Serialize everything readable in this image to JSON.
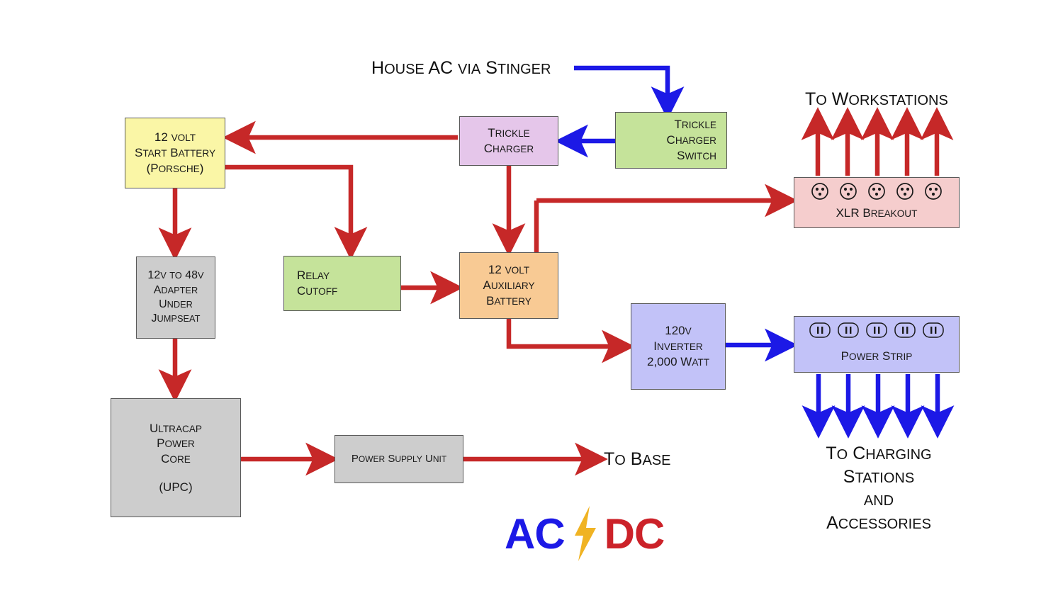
{
  "diagram": {
    "title": "AC/DC vehicle power distribution diagram",
    "colors": {
      "red_wire": "#c62828",
      "blue_wire": "#1c19e6",
      "yellow_box": "#faf6a6",
      "grey_box": "#cdcdcd",
      "green_box": "#c5e39a",
      "purple_box": "#e5c6ea",
      "orange_box": "#f8ca94",
      "pink_box": "#f5cdcd",
      "blue_box": "#c2c2f8",
      "border": "#595959"
    }
  },
  "labels": {
    "house_ac": "House AC via Stinger",
    "to_workstations": "To Workstations",
    "to_base": "To Base",
    "to_charging_1": "To Charging",
    "to_charging_2": "Stations",
    "to_charging_3": "and",
    "to_charging_4": "Accessories"
  },
  "nodes": {
    "start_battery": {
      "name": "12 volt Start Battery (Porsche)",
      "line1": "12 volt",
      "line2": "Start Battery",
      "line3": "(Porsche)"
    },
    "adapter": {
      "name": "12v to 48v Adapter Under Jumpseat",
      "line1": "12v to 48v",
      "line2": "Adapter",
      "line3": "Under",
      "line4": "Jumpseat"
    },
    "upc": {
      "name": "Ultracap Power Core (UPC)",
      "line1": "Ultracap",
      "line2": "Power",
      "line3": "Core",
      "line4": "(UPC)"
    },
    "relay_cutoff": {
      "name": "Relay Cutoff",
      "line1": "Relay",
      "line2": "Cutoff"
    },
    "psu": {
      "name": "Power Supply Unit",
      "line1": "Power Supply Unit"
    },
    "trickle_charger": {
      "name": "Trickle Charger",
      "line1": "Trickle",
      "line2": "Charger"
    },
    "aux_battery": {
      "name": "12 volt Auxiliary Battery",
      "line1": "12 volt",
      "line2": "Auxiliary",
      "line3": "Battery"
    },
    "trickle_charger_switch": {
      "name": "Trickle Charger Switch",
      "line1": "Trickle",
      "line2": "Charger",
      "line3": "Switch"
    },
    "inverter": {
      "name": "120v Inverter 2,000 Watt",
      "line1": "120v",
      "line2": "Inverter",
      "line3": "2,000 Watt"
    },
    "xlr_breakout": {
      "name": "XLR Breakout",
      "caption": "XLR Breakout",
      "connector_count": 5,
      "connector_type": "xlr-3pin-jack"
    },
    "power_strip": {
      "name": "Power Strip",
      "caption": "Power Strip",
      "outlet_count": 5,
      "outlet_type": "ac-outlet"
    }
  },
  "logo": {
    "ac": "AC",
    "dc": "DC",
    "bolt": "lightning-bolt"
  },
  "arrows": {
    "workstation_count": 5,
    "charging_count": 5
  }
}
